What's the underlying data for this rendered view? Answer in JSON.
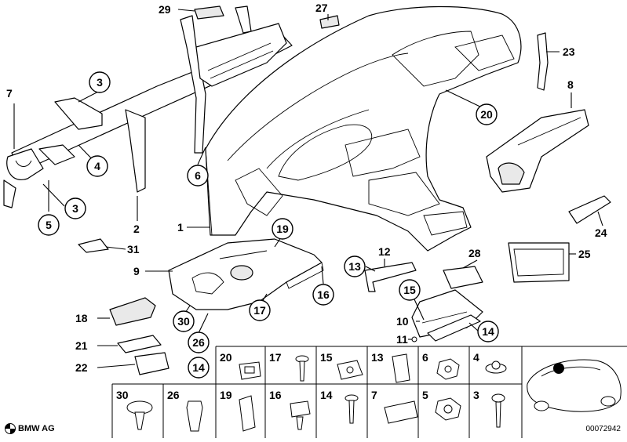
{
  "diagram": {
    "parts": [
      {
        "num": "1"
      },
      {
        "num": "2"
      },
      {
        "num": "3"
      },
      {
        "num": "3"
      },
      {
        "num": "4"
      },
      {
        "num": "5"
      },
      {
        "num": "6"
      },
      {
        "num": "7"
      },
      {
        "num": "8"
      },
      {
        "num": "9"
      },
      {
        "num": "10"
      },
      {
        "num": "11"
      },
      {
        "num": "12"
      },
      {
        "num": "13"
      },
      {
        "num": "14"
      },
      {
        "num": "14"
      },
      {
        "num": "15"
      },
      {
        "num": "16"
      },
      {
        "num": "17"
      },
      {
        "num": "18"
      },
      {
        "num": "19"
      },
      {
        "num": "20"
      },
      {
        "num": "21"
      },
      {
        "num": "22"
      },
      {
        "num": "23"
      },
      {
        "num": "24"
      },
      {
        "num": "25"
      },
      {
        "num": "26"
      },
      {
        "num": "27"
      },
      {
        "num": "28"
      },
      {
        "num": "29"
      },
      {
        "num": "30"
      },
      {
        "num": "31"
      }
    ],
    "fastener_grid": {
      "row1": [
        "20",
        "17",
        "15",
        "13",
        "6",
        "4"
      ],
      "row2": [
        "30",
        "26",
        "19",
        "16",
        "14",
        "7",
        "5",
        "3"
      ]
    }
  },
  "footer": {
    "brand": "BMW AG",
    "doc_number": "00072942"
  }
}
